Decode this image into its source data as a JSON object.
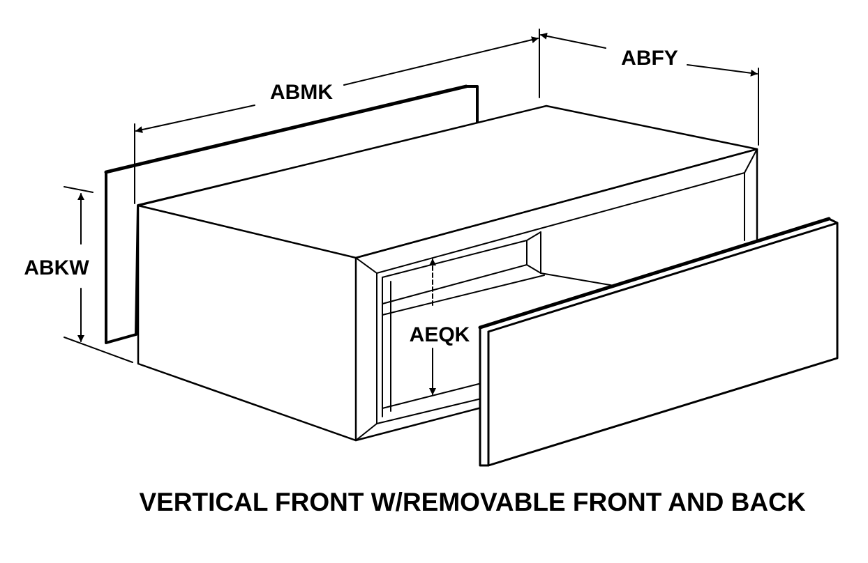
{
  "labels": {
    "abmk": "ABMK",
    "abfy": "ABFY",
    "abkw": "ABKW",
    "aeqk": "AEQK"
  },
  "caption": "VERTICAL FRONT W/REMOVABLE FRONT AND BACK"
}
